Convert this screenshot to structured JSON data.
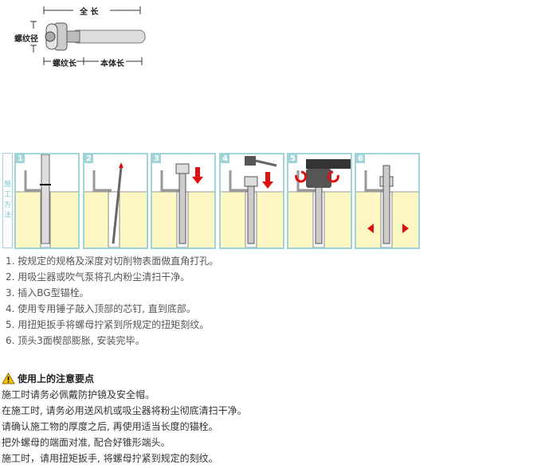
{
  "diagram": {
    "total_length": "全  长",
    "thread_diameter": "螺纹径",
    "thread_length": "螺纹长",
    "body_length": "本体长"
  },
  "method_label": [
    "施",
    "工",
    "方",
    "法"
  ],
  "steps": [
    {
      "num": "1",
      "text": "1. 按规定的规格及深度对切削物表面做直角打孔。"
    },
    {
      "num": "2",
      "text": "2. 用吸尘器或吹气泵将孔内粉尘清扫干净。"
    },
    {
      "num": "3",
      "text": "3. 插入BG型锚栓。"
    },
    {
      "num": "4",
      "text": "4. 使用专用锤子敲入顶部的芯钉, 直到底部。"
    },
    {
      "num": "5",
      "text": "5. 用扭矩扳手将螺母拧紧到所规定的扭矩刻纹。"
    },
    {
      "num": "6",
      "text": "6. 顶头3面楔部膨胀, 安装完毕。"
    }
  ],
  "notes": {
    "title": "使用上的注意要点",
    "items": [
      "施工时请务必佩戴防护镜及安全帽。",
      "在施工时, 请务必用送风机或吸尘器将粉尘彻底清扫干净。",
      "请确认施工物的厚度之后, 再使用适当长度的锚栓。",
      "把外螺母的端面对准, 配合好锥形端头。",
      "施工时，请用扭矩扳手, 将螺母拧紧到规定的刻纹。"
    ]
  },
  "colors": {
    "panel_border": "#9fd4d8",
    "concrete": "#fdf7c3",
    "arrow": "#e01010"
  }
}
